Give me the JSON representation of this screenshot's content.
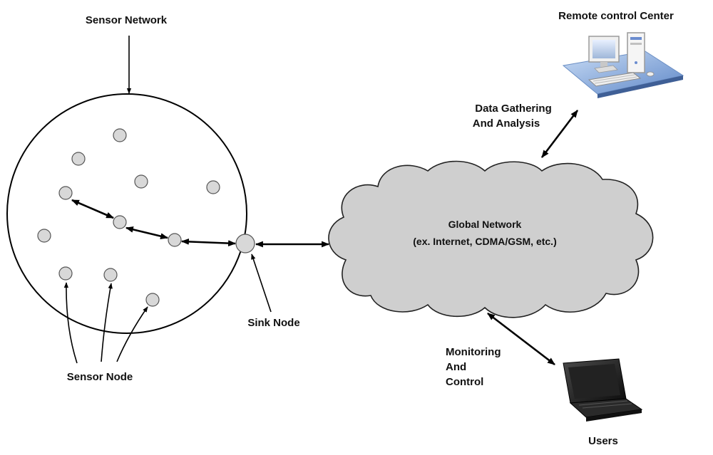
{
  "labels": {
    "sensor_network": "Sensor Network",
    "remote_center": "Remote control Center",
    "data_gathering_1": "Data Gathering",
    "data_gathering_2": "And Analysis",
    "global_network_1": "Global  Network",
    "global_network_2": "(ex. Internet, CDMA/GSM, etc.)",
    "sink_node": "Sink Node",
    "sensor_node": "Sensor Node",
    "monitoring_1": "Monitoring",
    "monitoring_2": "And",
    "monitoring_3": "Control",
    "users": "Users"
  },
  "colors": {
    "node_fill": "#d8d8d8",
    "cloud_fill": "#cfcfcf",
    "line": "#000000"
  },
  "icons": {
    "remote_center": "desktop-computer-icon",
    "users": "laptop-icon"
  }
}
